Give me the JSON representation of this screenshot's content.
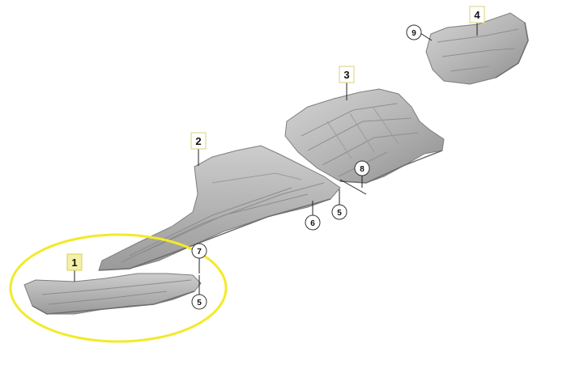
{
  "callouts": {
    "part1": "1",
    "part2": "2",
    "part3": "3",
    "part4": "4",
    "part5a": "5",
    "part5b": "5",
    "part6": "6",
    "part7": "7",
    "part8": "8",
    "part9": "9"
  },
  "colors": {
    "highlight_ring": "#f2ea2a",
    "highlight_box": "#f5f0a8",
    "panel_fill": "#bcbcbc",
    "panel_edge": "#8a8a8a"
  }
}
